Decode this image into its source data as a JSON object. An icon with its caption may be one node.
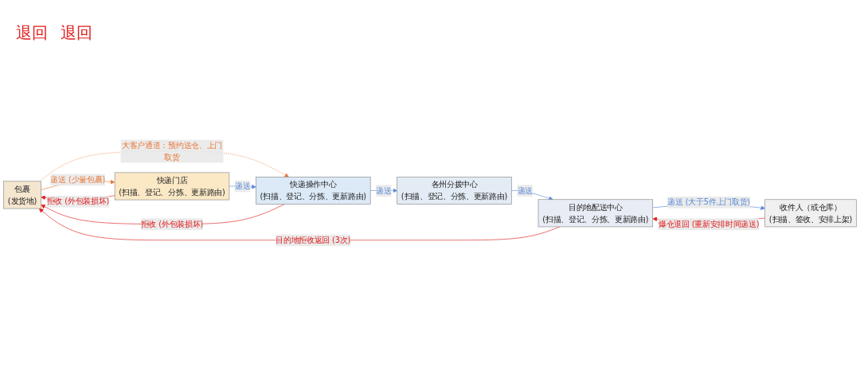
{
  "diagram": {
    "nodes": [
      {
        "text": [
          "包裹",
          "(发货地)"
        ]
      },
      {
        "text": [
          "快递门店",
          "(扫描、登记、分拣、更新路由)"
        ]
      },
      {
        "text": [
          "快递操作中心",
          "(扫描、登记、分拣、更新路由)"
        ]
      },
      {
        "text": [
          "各州分拨中心",
          "(扫描、登记、分拣、更新路由)"
        ]
      },
      {
        "text": [
          "目的地配送中心",
          "(扫描、登记、分拣、更新路由)"
        ]
      },
      {
        "text": [
          "收件人（或仓库）",
          "(扫描、签收、安排上架)"
        ]
      }
    ],
    "edges": [
      {
        "from": 0,
        "to": 1,
        "arrow": "to",
        "label": "递送 (少量包裹)",
        "color": "#e8793a"
      },
      {
        "from": 0,
        "to": 2,
        "arrow": "to",
        "label": "大客户通道：预约送仓、上门取货",
        "style": "dashed",
        "color": "#e8793a"
      },
      {
        "from": 1,
        "to": 2,
        "arrow": "to",
        "label": "递送"
      },
      {
        "from": 2,
        "to": 3,
        "arrow": "to",
        "label": "递送"
      },
      {
        "from": 3,
        "to": 4,
        "arrow": "to",
        "label": "递送"
      },
      {
        "from": 4,
        "to": 5,
        "arrow": "to",
        "label": "递送 (大于5件上门取货)"
      },
      {
        "from": 5,
        "to": 4,
        "arrow": "to",
        "label": "爆仓退回 (重新安排时间递送)",
        "color": "#e02020"
      },
      {
        "from": 1,
        "to": 0,
        "arrow": "to",
        "label": "拒收 (外包装损坏)",
        "color": "#e02020"
      },
      {
        "from": 2,
        "to": 0,
        "arrow": "to",
        "label": "拒收 (外包装损坏)",
        "color": "#e02020"
      },
      {
        "from": 4,
        "to": 0,
        "arrow": "to",
        "label": "目的地拒收返回 (3次)",
        "color": "#e02020"
      }
    ],
    "labels": [
      "退回",
      "退回"
    ]
  }
}
